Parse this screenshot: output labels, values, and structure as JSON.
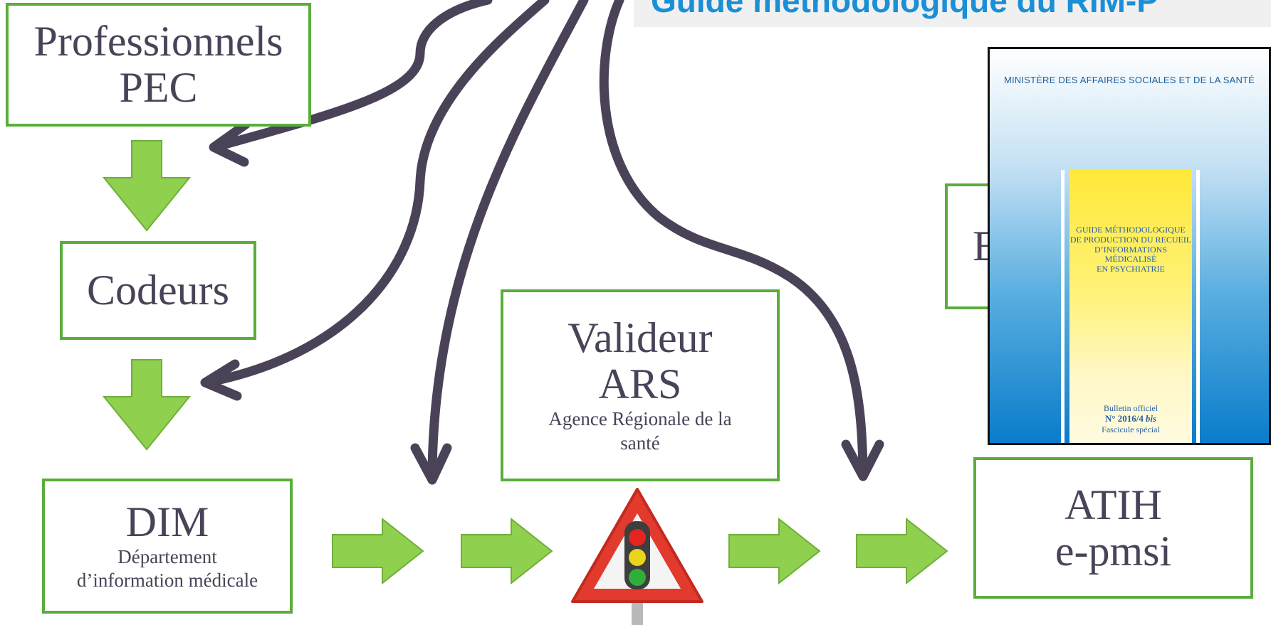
{
  "banner": {
    "title": "Guide méthodologique du RIM-P"
  },
  "nodes": {
    "professionnels": {
      "line1": "Professionnels",
      "line2": "PEC"
    },
    "codeurs": {
      "label": "Codeurs"
    },
    "dim": {
      "title": "DIM",
      "subtitle_line1": "Département",
      "subtitle_line2": "d’information médicale"
    },
    "valideur": {
      "line1": "Valideur",
      "line2": "ARS",
      "subtitle_line1": "Agence Régionale de la",
      "subtitle_line2": "santé"
    },
    "atih": {
      "line1": "ATIH",
      "line2": "e-pmsi"
    },
    "hidden_box": {
      "initial": "E"
    }
  },
  "cover": {
    "ministry": "MINISTÈRE DES AFFAIRES SOCIALES ET DE LA SANTÉ",
    "title_lines": [
      "GUIDE MÉTHODOLOGIQUE",
      "DE PRODUCTION DU RECUEIL",
      "D’INFORMATIONS MÉDICALISÉ",
      "EN PSYCHIATRIE"
    ],
    "bulletin": "Bulletin officiel",
    "number": "N° 2016/4",
    "number_suffix": "bis",
    "fascicule": "Fascicule spécial"
  },
  "colors": {
    "box_border": "#5aad3c",
    "arrow_fill": "#8fd14f",
    "curve_stroke": "#4a4358",
    "banner_text": "#1a8fd6"
  },
  "icons": [
    "traffic-light-sign-icon"
  ]
}
